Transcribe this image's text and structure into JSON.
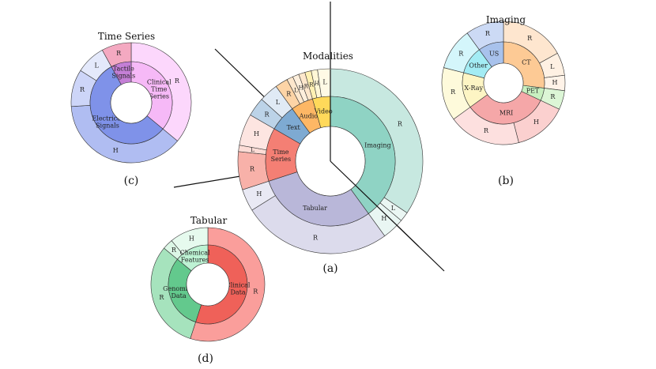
{
  "chart_data": [
    {
      "id": "a",
      "type": "sunburst",
      "title": "Modalities",
      "caption": "(a)",
      "start_angle": 0,
      "inner": [
        {
          "label": "Imaging",
          "value": 36,
          "color": "#8fd3c4"
        },
        {
          "label": "Tabular",
          "value": 27,
          "color": "#b9b7d9"
        },
        {
          "label": "Time Series",
          "value": 12,
          "color": "#f47f74"
        },
        {
          "label": "Text",
          "value": 6,
          "color": "#7eaad2"
        },
        {
          "label": "Audio",
          "value": 5,
          "color": "#fdb765"
        },
        {
          "label": "Video",
          "value": 4,
          "color": "#ffd95a"
        }
      ],
      "outer": [
        {
          "label": "R",
          "value": 31,
          "color": "#c7e8e0"
        },
        {
          "label": "L",
          "value": 1.5,
          "color": "#eaf6f3"
        },
        {
          "label": "H",
          "value": 3.5,
          "color": "#e9f6f3"
        },
        {
          "label": "R",
          "value": 23.5,
          "color": "#dcdbec"
        },
        {
          "label": "H",
          "value": 3.5,
          "color": "#e9e9f4"
        },
        {
          "label": "R",
          "value": 6,
          "color": "#f8b1a9"
        },
        {
          "label": "L",
          "value": 1,
          "color": "#fcdcd6"
        },
        {
          "label": "H",
          "value": 5,
          "color": "#fde5e1"
        },
        {
          "label": "R",
          "value": 3,
          "color": "#bcd3e8"
        },
        {
          "label": "L",
          "value": 3,
          "color": "#e0eaf5"
        },
        {
          "label": "R",
          "value": 2,
          "color": "#fdd4a6"
        },
        {
          "label": "L",
          "value": 1,
          "color": "#fee7cc"
        },
        {
          "label": "H",
          "value": 1,
          "color": "#feefdc"
        },
        {
          "label": "R",
          "value": 1,
          "color": "#fee7cc"
        },
        {
          "label": "R",
          "value": 1,
          "color": "#fff0b3"
        },
        {
          "label": "H",
          "value": 1,
          "color": "#fff7d6"
        },
        {
          "label": "L",
          "value": 2,
          "color": "#fffae5"
        }
      ]
    },
    {
      "id": "b",
      "type": "sunburst",
      "title": "Imaging",
      "caption": "(b)",
      "start_angle": 0,
      "inner": [
        {
          "label": "CT",
          "value": 27,
          "color": "#fdca95"
        },
        {
          "label": "PET",
          "value": 5,
          "color": "#c8f0c0"
        },
        {
          "label": "MRI",
          "value": 33,
          "color": "#f5a7a8"
        },
        {
          "label": "X-Ray",
          "value": 14,
          "color": "#fdf5c4"
        },
        {
          "label": "Other",
          "value": 11,
          "color": "#a3ecf4"
        },
        {
          "label": "US",
          "value": 10,
          "color": "#a8c2ec"
        }
      ],
      "outer": [
        {
          "label": "R",
          "value": 17,
          "color": "#fee6cf"
        },
        {
          "label": "L",
          "value": 6,
          "color": "#fff1e3"
        },
        {
          "label": "H",
          "value": 4,
          "color": "#fff3e8"
        },
        {
          "label": "R",
          "value": 5,
          "color": "#dcf6d6"
        },
        {
          "label": "H",
          "value": 14,
          "color": "#fbd0cf"
        },
        {
          "label": "R",
          "value": 19,
          "color": "#fde0df"
        },
        {
          "label": "R",
          "value": 14,
          "color": "#fefadb"
        },
        {
          "label": "R",
          "value": 11,
          "color": "#d4f6fb"
        },
        {
          "label": "R",
          "value": 10,
          "color": "#ccdaf5"
        }
      ]
    },
    {
      "id": "c",
      "type": "sunburst",
      "title": "Time Series",
      "caption": "(c)",
      "start_angle": 0,
      "inner": [
        {
          "label": "Clinical Time Series",
          "value": 36,
          "color": "#f6b9f7"
        },
        {
          "label": "Electrical Signals",
          "value": 56,
          "color": "#7f92e9"
        },
        {
          "label": "Tactile Signals",
          "value": 8,
          "color": "#c47fd6"
        }
      ],
      "outer": [
        {
          "label": "R",
          "value": 36,
          "color": "#fcd7fc"
        },
        {
          "label": "H",
          "value": 38,
          "color": "#b0bdf2"
        },
        {
          "label": "R",
          "value": 10,
          "color": "#cdd5f8"
        },
        {
          "label": "L",
          "value": 8,
          "color": "#e4e9fb"
        },
        {
          "label": "R",
          "value": 8,
          "color": "#f4a9c1"
        }
      ]
    },
    {
      "id": "d",
      "type": "sunburst",
      "title": "Tabular",
      "caption": "(d)",
      "start_angle": 0,
      "inner": [
        {
          "label": "Clinical Data",
          "value": 55,
          "color": "#ef6159"
        },
        {
          "label": "Genomics Data",
          "value": 31,
          "color": "#63c98d"
        },
        {
          "label": "Chemical Features",
          "value": 14,
          "color": "#bdf2d3"
        }
      ],
      "outer": [
        {
          "label": "R",
          "value": 55,
          "color": "#fa9e9b"
        },
        {
          "label": "R",
          "value": 31,
          "color": "#a6e3bd"
        },
        {
          "label": "R",
          "value": 3,
          "color": "#dcf7e6"
        },
        {
          "label": "H",
          "value": 11,
          "color": "#e6faee"
        }
      ]
    }
  ]
}
